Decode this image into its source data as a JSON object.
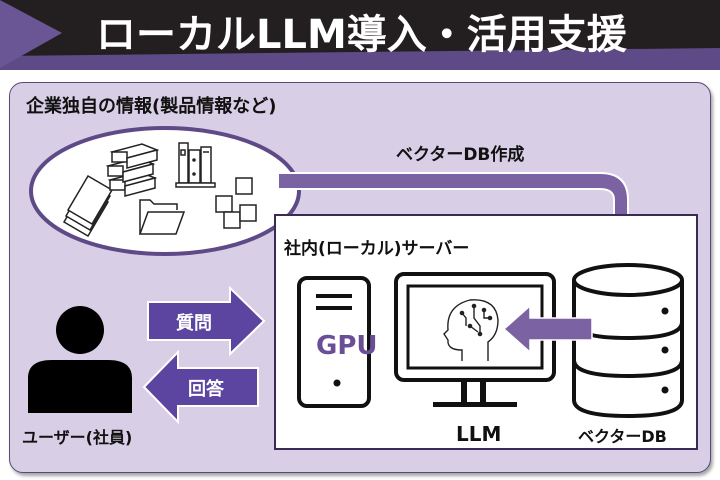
{
  "header": {
    "title": "ローカルLLM導入・活用支援"
  },
  "diagram": {
    "data_source": {
      "label": "企業独自の情報(製品情報など)",
      "icons": [
        "documents-icon",
        "books-stack-icon",
        "bookshelf-icon",
        "folder-icon",
        "sticky-notes-icon"
      ]
    },
    "vector_db_creation_label": "ベクターDB作成",
    "server": {
      "label": "社内(ローカル)サーバー",
      "gpu_label": "GPU",
      "llm_label": "LLM",
      "vectordb_label": "ベクターDB"
    },
    "user": {
      "label": "ユーザー(社員)"
    },
    "question_label": "質問",
    "answer_label": "回答"
  },
  "colors": {
    "header_bg": "#231f20",
    "accent": "#5e4a87",
    "arrow_purple": "#7b62a3",
    "arrow_dark": "#5c45a0",
    "panel_bg": "#d8cee6",
    "gpu_text": "#6a4f96"
  }
}
